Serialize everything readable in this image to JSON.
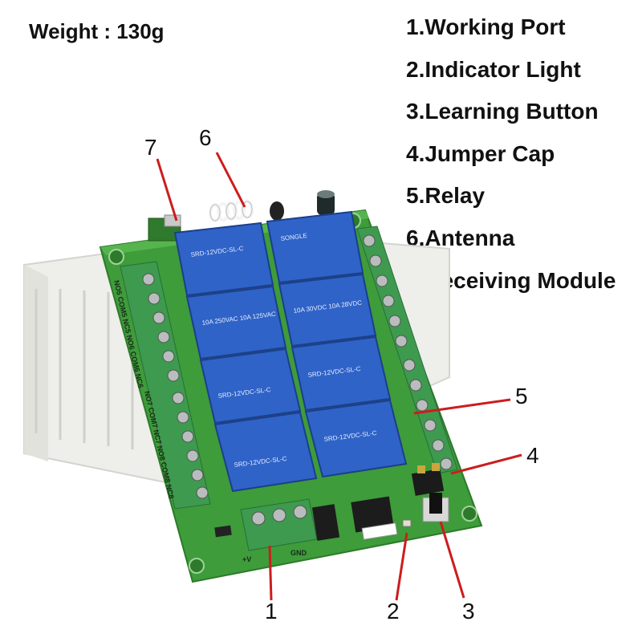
{
  "weight_label": "Weight : 130g",
  "legend": [
    {
      "label": "1.Working Port"
    },
    {
      "label": "2.Indicator Light"
    },
    {
      "label": "3.Learning Button"
    },
    {
      "label": "4.Jumper Cap"
    },
    {
      "label": "5.Relay"
    },
    {
      "label": "6.Antenna"
    },
    {
      "label": "7.Receiving Module"
    }
  ],
  "callouts": {
    "n1": "1",
    "n2": "2",
    "n3": "3",
    "n4": "4",
    "n5": "5",
    "n6": "6",
    "n7": "7"
  },
  "relay": {
    "brand": "SONGLE",
    "rating_1": "10A 250VAC 10A 125VAC",
    "rating_2": "10A 30VDC 10A 28VDC",
    "model": "SRD-12VDC-SL-C"
  },
  "pins": {
    "left_top": "NO5 COM5 NC5 NO6 COM6 NC6",
    "left_bottom": "NO7 COM7 NC7 NO8 COM8 NC8",
    "power_plus": "+V",
    "power_gnd": "GND"
  },
  "colors": {
    "pcb": "#3e9c3a",
    "relay": "#2f63c8",
    "terminal": "#3d9a4e",
    "callout_line": "#cc1d1d"
  }
}
